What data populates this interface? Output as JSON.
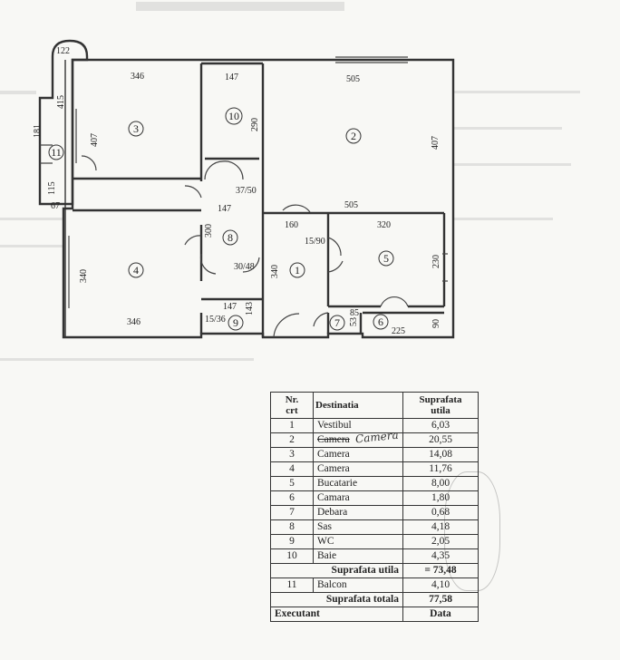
{
  "header": {
    "title": ""
  },
  "plan": {
    "rooms": [
      {
        "id": "1",
        "label": "1"
      },
      {
        "id": "2",
        "label": "2"
      },
      {
        "id": "3",
        "label": "3"
      },
      {
        "id": "4",
        "label": "4"
      },
      {
        "id": "5",
        "label": "5"
      },
      {
        "id": "6",
        "label": "6"
      },
      {
        "id": "7",
        "label": "7"
      },
      {
        "id": "8",
        "label": "8"
      },
      {
        "id": "9",
        "label": "9"
      },
      {
        "id": "10",
        "label": "10"
      },
      {
        "id": "11",
        "label": "11"
      }
    ],
    "dimensions": {
      "d122": "122",
      "d346_top": "346",
      "d147_top": "147",
      "d505_top": "505",
      "d407_left": "407",
      "d407_right": "407",
      "d181": "181",
      "d415": "415",
      "d115": "115",
      "d67": "67",
      "d290": "290",
      "d3750": "37/50",
      "d147_mid": "147",
      "d505_mid": "505",
      "d160": "160",
      "d320": "320",
      "d15090": "15/90",
      "d300": "300",
      "d3048": "30/48",
      "d340_left": "340",
      "d340_mid": "340",
      "d230": "230",
      "d147_low": "147",
      "d143": "143",
      "d1536": "15/36",
      "d346_bot": "346",
      "d85": "85",
      "d53": "53",
      "d225": "225",
      "d90": "90"
    }
  },
  "table": {
    "headers": {
      "nr": "Nr.\ncrt",
      "dest": "Destinatia",
      "sup": "Suprafata\nutila"
    },
    "rows": [
      {
        "nr": "1",
        "dest": "Vestibul",
        "sup": "6,03"
      },
      {
        "nr": "2",
        "dest": "Camera",
        "sup": "20,55"
      },
      {
        "nr": "3",
        "dest": "Camera",
        "sup": "14,08"
      },
      {
        "nr": "4",
        "dest": "Camera",
        "sup": "11,76"
      },
      {
        "nr": "5",
        "dest": "Bucatarie",
        "sup": "8,00"
      },
      {
        "nr": "6",
        "dest": "Camara",
        "sup": "1,80"
      },
      {
        "nr": "7",
        "dest": "Debara",
        "sup": "0,68"
      },
      {
        "nr": "8",
        "dest": "Sas",
        "sup": "4,18"
      },
      {
        "nr": "9",
        "dest": "WC",
        "sup": "2,05"
      },
      {
        "nr": "10",
        "dest": "Baie",
        "sup": "4,35"
      }
    ],
    "utila_label": "Suprafata utila",
    "utila_eq": "=",
    "utila_value": "73,48",
    "balcon": {
      "nr": "11",
      "dest": "Balcon",
      "sup": "4,10"
    },
    "totala_label": "Suprafata totala",
    "totala_value": "77,58",
    "footer": {
      "executant": "Executant",
      "data": "Data"
    },
    "handwritten_note": "Camera"
  }
}
